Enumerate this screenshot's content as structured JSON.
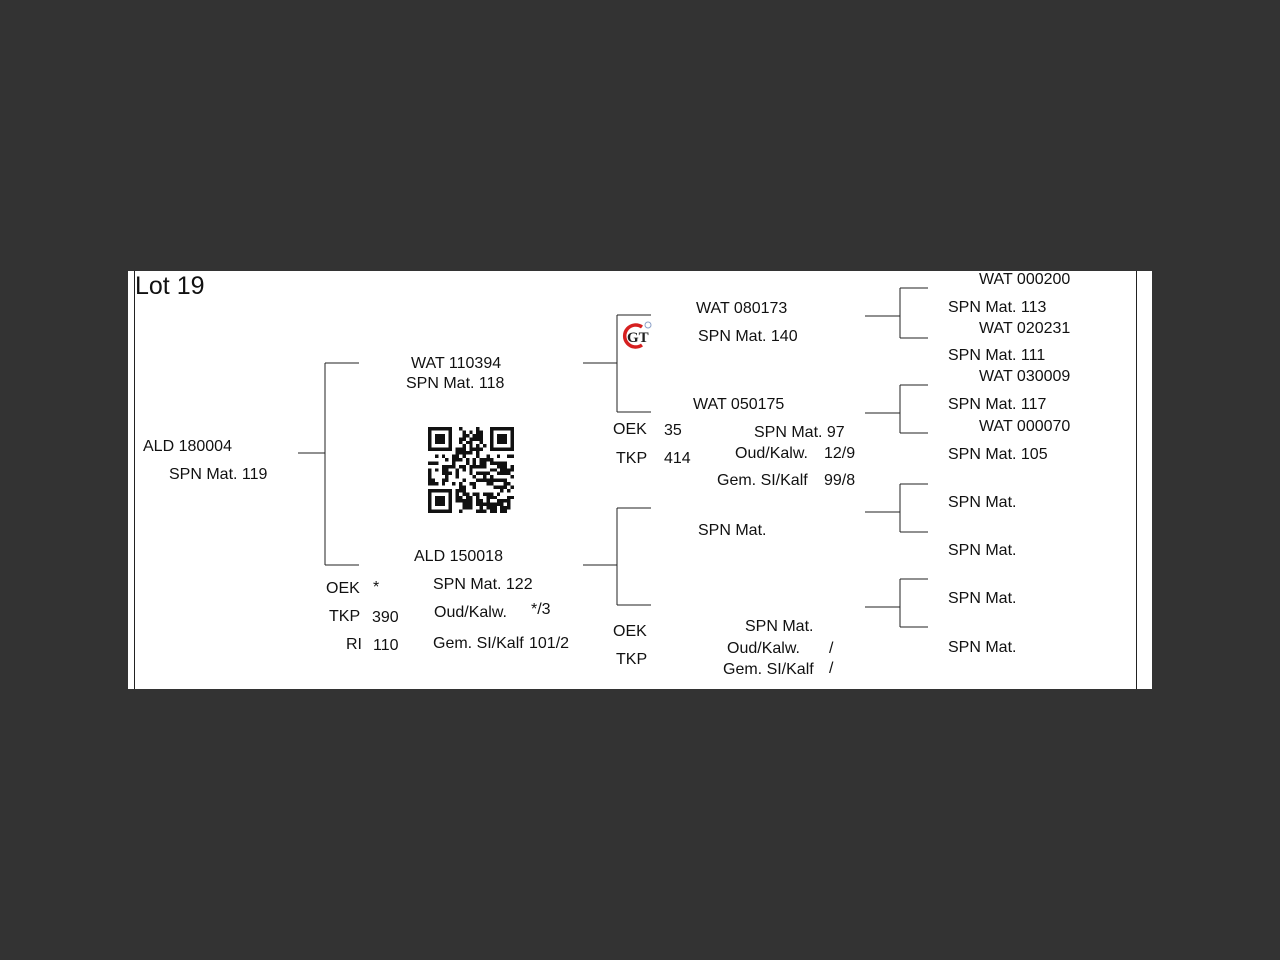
{
  "document": {
    "title": "Lot 19",
    "subject": {
      "id": "ALD 180004",
      "mat": "SPN Mat. 119"
    },
    "sire": {
      "id": "WAT 110394",
      "mat": "SPN Mat. 118"
    },
    "dam": {
      "id": "ALD 150018",
      "mat": "SPN Mat. 122",
      "oek_label": "OEK",
      "oek_value": "*",
      "tkp_label": "TKP",
      "tkp_value": "390",
      "ri_label": "RI",
      "ri_value": "110",
      "oud_label": "Oud/Kalw.",
      "oud_value": "*/3",
      "gem_label": "Gem. SI/Kalf",
      "gem_value": "101/2"
    },
    "sire_sire": {
      "id": "WAT 080173",
      "mat": "SPN Mat. 140"
    },
    "sire_dam": {
      "id": "WAT 050175",
      "mat": "SPN Mat. 97",
      "oek_label": "OEK",
      "oek_value": "35",
      "tkp_label": "TKP",
      "tkp_value": "414",
      "oud_label": "Oud/Kalw.",
      "oud_value": "12/9",
      "gem_label": "Gem. SI/Kalf",
      "gem_value": "99/8"
    },
    "dam_sire": {
      "mat": "SPN Mat."
    },
    "dam_dam": {
      "mat": "SPN Mat.",
      "oek_label": "OEK",
      "tkp_label": "TKP",
      "oud_label": "Oud/Kalw.",
      "oud_value": "/",
      "gem_label": "Gem. SI/Kalf",
      "gem_value": "/"
    },
    "great_grandparents": [
      {
        "id": "WAT 000200",
        "mat": "SPN Mat. 113"
      },
      {
        "id": "WAT 020231",
        "mat": "SPN Mat. 111"
      },
      {
        "id": "WAT 030009",
        "mat": "SPN Mat. 117"
      },
      {
        "id": "WAT 000070",
        "mat": "SPN Mat. 105"
      },
      {
        "id": "",
        "mat": "SPN Mat."
      },
      {
        "id": "",
        "mat": "SPN Mat."
      },
      {
        "id": "",
        "mat": "SPN Mat."
      },
      {
        "id": "",
        "mat": "SPN Mat."
      }
    ],
    "logo": {
      "icon": "gt-logo-icon",
      "text": "GT",
      "color": "#d62020"
    },
    "qr": {
      "icon": "qr-code-icon"
    }
  }
}
